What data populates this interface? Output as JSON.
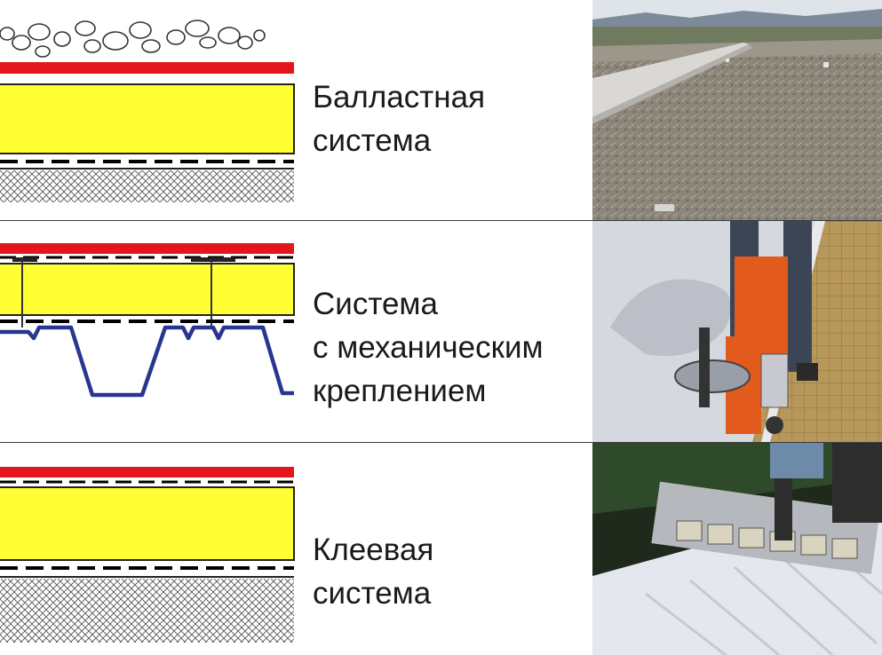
{
  "systems": [
    {
      "id": "ballast",
      "lines": [
        "Балластная",
        "система"
      ],
      "photo_icon": "gravel-roof-photo"
    },
    {
      "id": "mechanical",
      "lines": [
        "Система",
        "с механическим",
        "креплением"
      ],
      "photo_icon": "roof-fastening-machine-photo"
    },
    {
      "id": "adhesive",
      "lines": [
        "Клеевая",
        "система"
      ],
      "photo_icon": "glue-applicator-photo"
    }
  ],
  "colors": {
    "membrane": "#e3161b",
    "insulation": "#ffff33",
    "profile_sheet": "#2a3591",
    "dashed_layer": "#000000",
    "substrate_hatch": "#555555"
  }
}
